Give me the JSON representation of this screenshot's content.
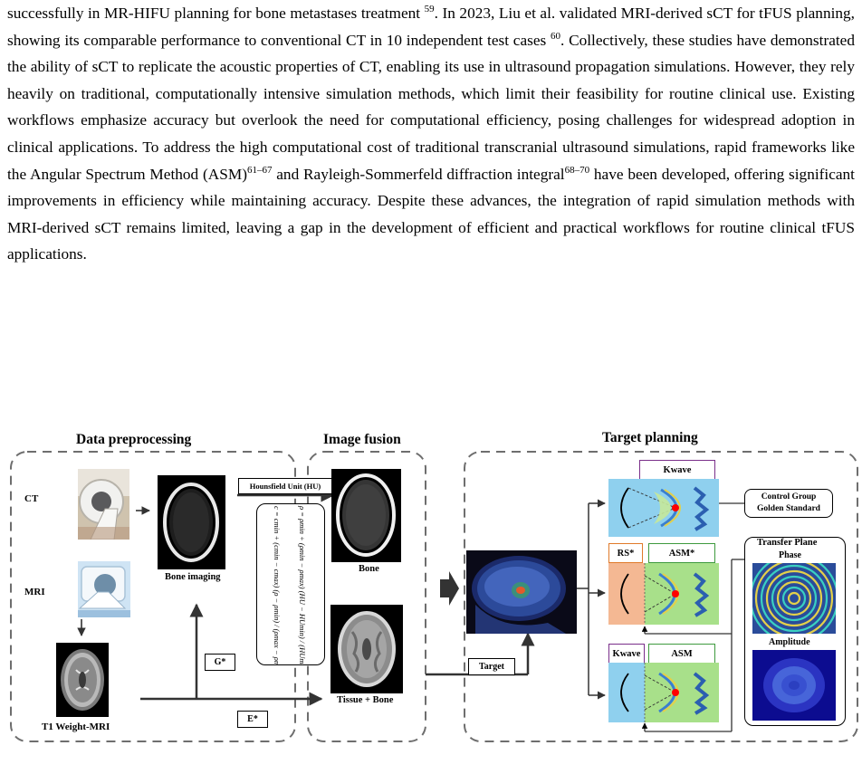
{
  "paragraph": {
    "p1": "successfully in MR-HIFU planning for bone metastases treatment ",
    "r1": "59",
    "p2": ". In 2023, Liu et al. validated MRI-derived sCT for tFUS planning, showing its comparable performance to conventional CT in 10 independent test cases ",
    "r2": "60",
    "p3": ". Collectively, these studies have demonstrated the ability of sCT to replicate the acoustic properties of CT, enabling its use in ultrasound propagation simulations. However, they rely heavily on traditional, computationally intensive simulation methods, which limit their feasibility for routine clinical use. Existing workflows emphasize accuracy but overlook the need for computational efficiency, posing challenges for widespread adoption in clinical applications. To address the high computational cost of traditional transcranial ultrasound simulations, rapid frameworks like the Angular Spectrum Method (ASM)",
    "r3": "61–67",
    "p4": " and Rayleigh-Sommerfeld diffraction integral",
    "r4": "68–70",
    "p5": " have been developed, offering significant improvements in efficiency while maintaining accuracy. Despite these advances, the integration of rapid simulation methods with MRI-derived sCT remains limited, leaving a gap in the development of efficient and practical workflows for routine clinical tFUS applications."
  },
  "figure": {
    "sections": {
      "preprocessing": "Data preprocessing",
      "fusion": "Image fusion",
      "planning": "Target planning"
    },
    "inputs": {
      "ct": "CT",
      "mri": "MRI",
      "t1": "T1 Weight-MRI"
    },
    "images": {
      "bone_imaging": "Bone imaging",
      "bone": "Bone",
      "tissue_bone": "Tissue + Bone"
    },
    "boxes": {
      "hu": "Hounsfield Unit (HU)",
      "g": "G*",
      "e": "E*",
      "target": "Target"
    },
    "formula": {
      "rho": "ρ = ρmin + (ρmin − ρmax) (HU − HUmin) / (HUmax − HUmin)",
      "c": "c = cmin + (cmin − cmax) (ρ − ρmin) / (ρmax − ρmin)"
    },
    "sim": {
      "kwave_top": "Kwave",
      "rs": "RS*",
      "asm_star": "ASM*",
      "kwave_bottom": "Kwave",
      "asm": "ASM"
    },
    "control": {
      "line1": "Control Group",
      "line2": "Golden Standard"
    },
    "transfer": {
      "title": "Transfer Plane",
      "phase": "Phase",
      "amplitude": "Amplitude"
    },
    "colors": {
      "kwave_border": "#7a2f8a",
      "rs_border": "#e07a2a",
      "asm_border": "#3e9a3e",
      "sim_blue": "#8fd0ee",
      "sim_orange": "#f4b893",
      "sim_green": "#a8e08a",
      "dashed": "#6e6e6e"
    }
  }
}
